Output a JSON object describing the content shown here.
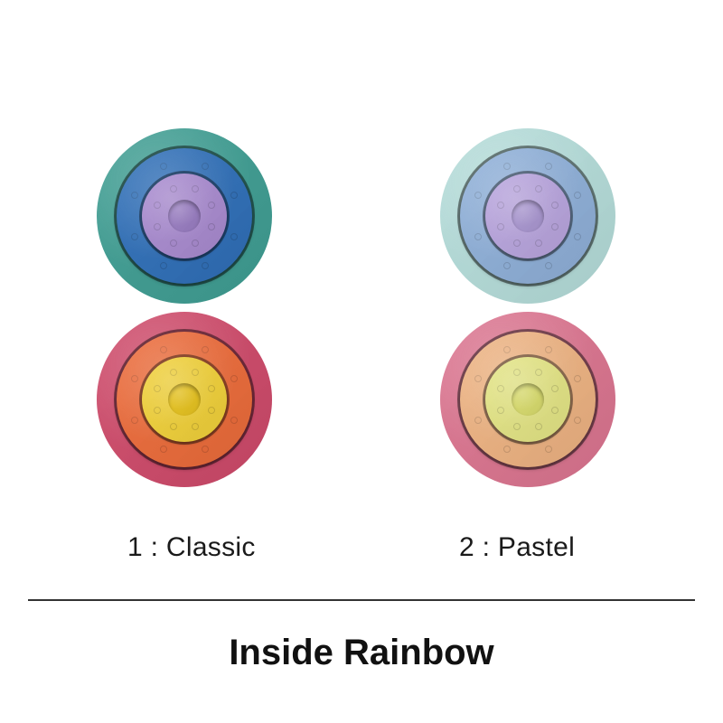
{
  "variants": [
    {
      "label": "1 : Classic",
      "stacks": [
        {
          "position": "top",
          "colors": {
            "outer": "#3f9e93",
            "mid": "#2f6fb8",
            "inner": "#a98bd0",
            "hub": "#9a7ec3"
          }
        },
        {
          "position": "bottom",
          "colors": {
            "outer": "#cf4a6a",
            "mid": "#ec6b3a",
            "inner": "#f1d13a",
            "hub": "#e8c420"
          }
        }
      ]
    },
    {
      "label": "2 : Pastel",
      "stacks": [
        {
          "position": "top",
          "colors": {
            "outer": "#b5ddda",
            "mid": "#8fb0d9",
            "inner": "#b9a5de",
            "hub": "#ab98d2"
          }
        },
        {
          "position": "bottom",
          "colors": {
            "outer": "#dc7590",
            "mid": "#eeb382",
            "inner": "#e4e585",
            "hub": "#dadd6e"
          }
        }
      ]
    }
  ],
  "title": "Inside Rainbow",
  "divider_color": "#333333"
}
